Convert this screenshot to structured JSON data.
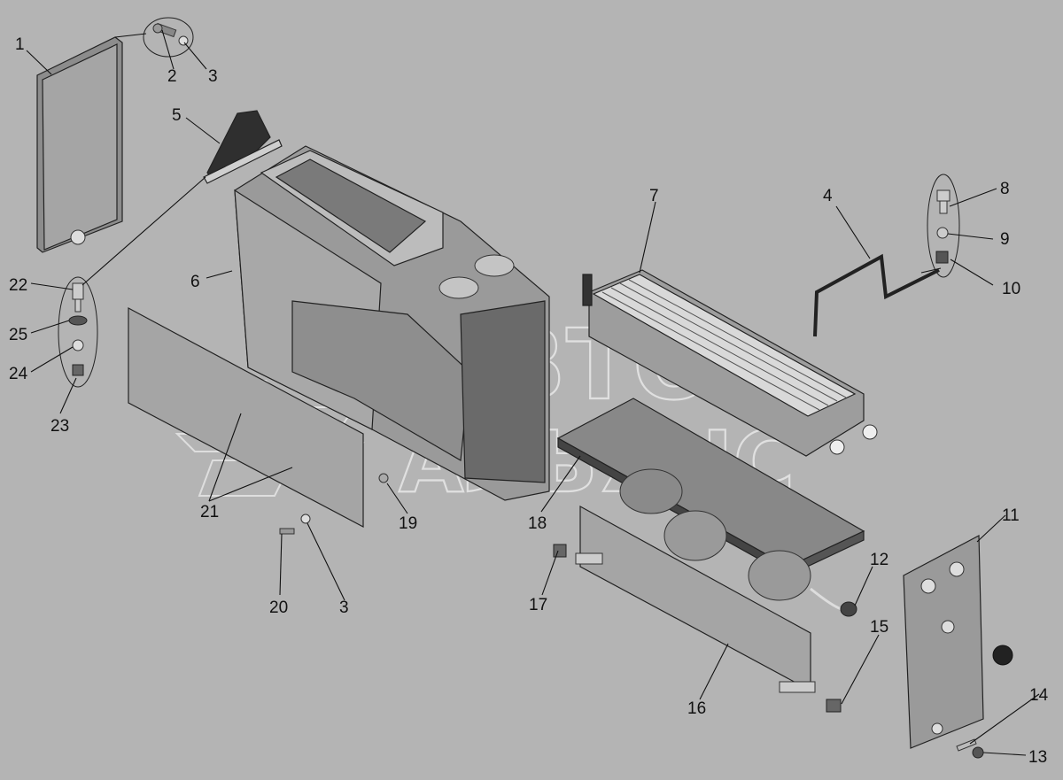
{
  "watermark": {
    "line1": "АВТО",
    "line2": "АЛЬЯНС"
  },
  "callouts": {
    "c1": "1",
    "c2": "2",
    "c3a": "3",
    "c3b": "3",
    "c4": "4",
    "c5": "5",
    "c6": "6",
    "c7": "7",
    "c8": "8",
    "c9": "9",
    "c10": "10",
    "c11": "11",
    "c12": "12",
    "c13": "13",
    "c14": "14",
    "c15": "15",
    "c16": "16",
    "c17": "17",
    "c18": "18",
    "c19": "19",
    "c20": "20",
    "c21": "21",
    "c22": "22",
    "c23": "23",
    "c24": "24",
    "c25": "25"
  },
  "colors": {
    "background": "#b4b4b4",
    "part_fill": "#9e9e9e",
    "part_light": "#c8c8c8",
    "part_dark": "#4a4a4a",
    "text": "#111111"
  }
}
